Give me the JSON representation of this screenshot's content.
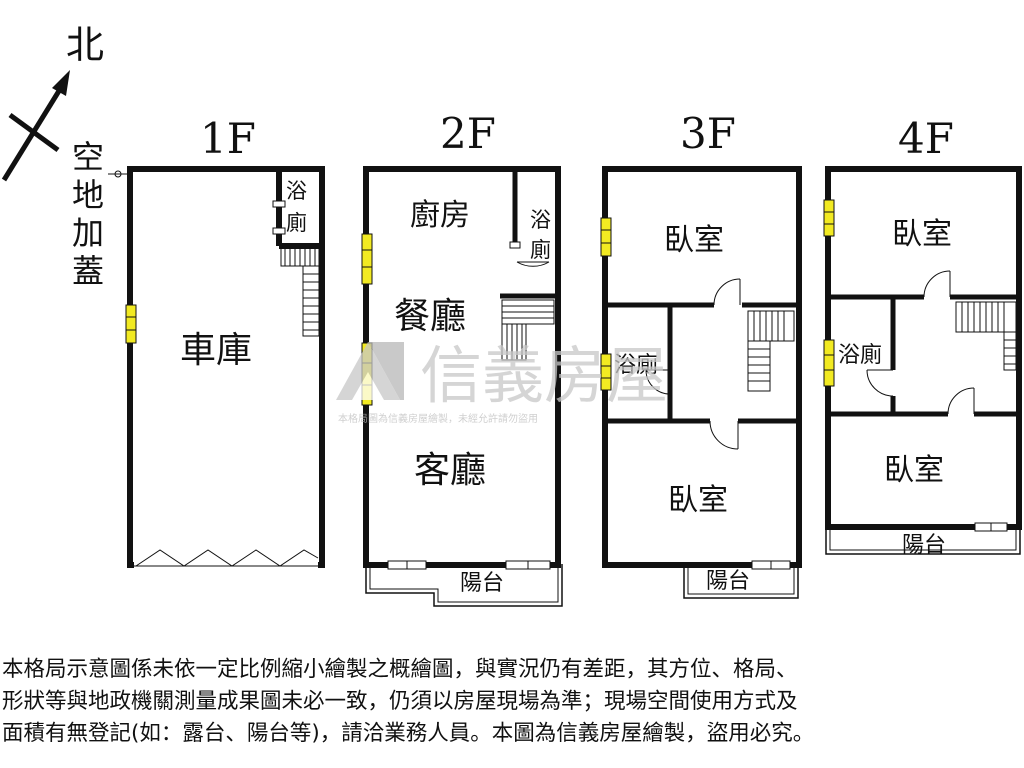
{
  "compass": {
    "north_label": "北"
  },
  "annex": {
    "lines": [
      "空",
      "地",
      "加",
      "蓋"
    ]
  },
  "floors": [
    {
      "label": "1F",
      "rooms": {
        "bath_top": "浴",
        "bath_bottom": "廁",
        "garage": "車庫"
      }
    },
    {
      "label": "2F",
      "rooms": {
        "kitchen": "廚房",
        "bath_top": "浴",
        "bath_bottom": "廁",
        "dining": "餐廳",
        "living": "客廳",
        "balcony": "陽台"
      }
    },
    {
      "label": "3F",
      "rooms": {
        "bedroom_top": "臥室",
        "bath": "浴廁",
        "bedroom_bottom": "臥室",
        "balcony": "陽台"
      }
    },
    {
      "label": "4F",
      "rooms": {
        "bedroom_top": "臥室",
        "bath": "浴廁",
        "bedroom_bottom": "臥室",
        "balcony": "陽台"
      }
    }
  ],
  "watermark": {
    "brand": "信義房屋",
    "subtext": "本格局圖為信義房屋繪製，未經允許請勿盜用"
  },
  "disclaimer": {
    "lines": [
      "本格局示意圖係未依一定比例縮小繪製之概繪圖，與實況仍有差距，其方位、格局、",
      "形狀等與地政機關測量成果圖未必一致，仍須以房屋現場為準；現場空間使用方式及",
      "面積有無登記(如：露台、陽台等)，請洽業務人員。本圖為信義房屋繪製，盜用必究。"
    ]
  },
  "colors": {
    "wall": "#111111",
    "window": "#f2ea22",
    "watermark": "#c8c8c8",
    "background": "#ffffff"
  }
}
